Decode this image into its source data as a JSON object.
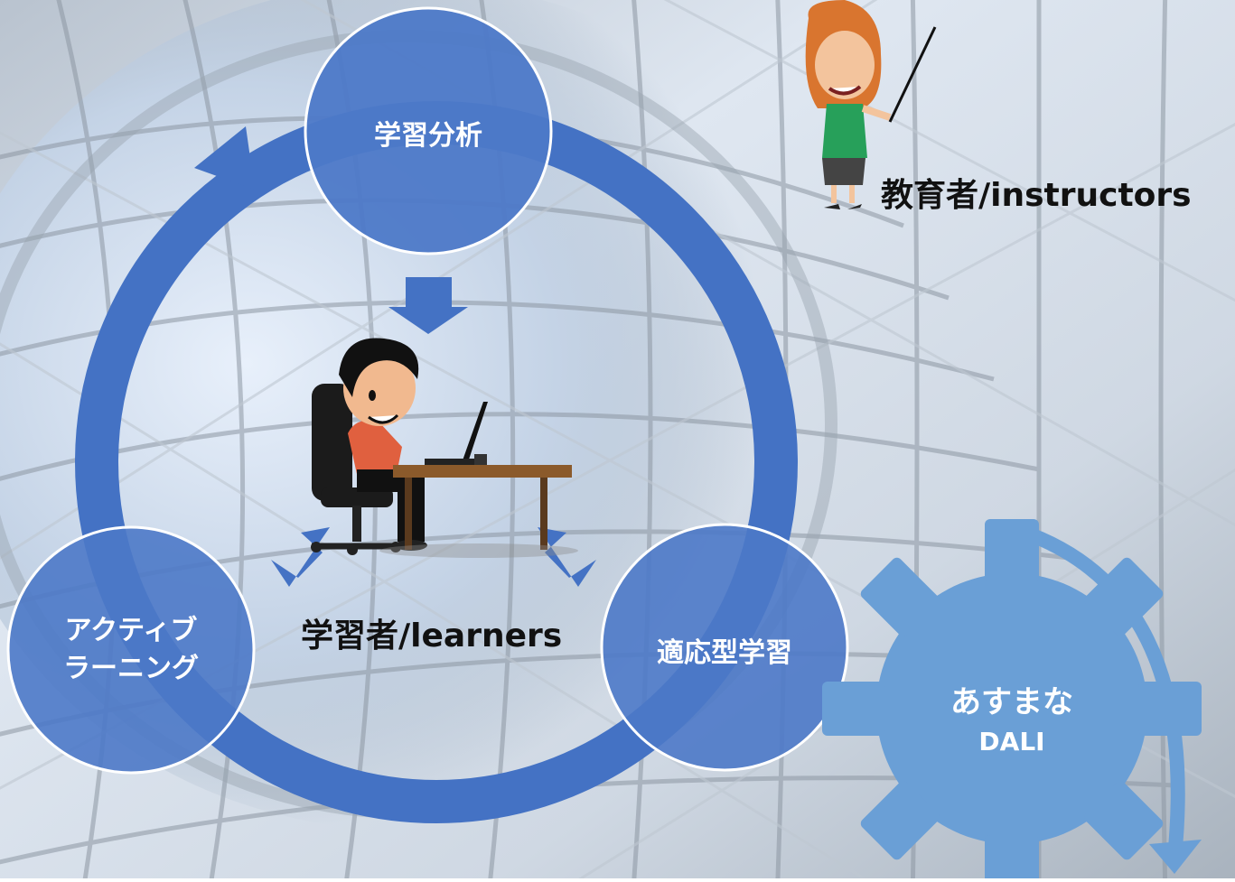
{
  "cycle": {
    "node_top": "学習分析",
    "node_left_line1": "アクティブ",
    "node_left_line2": "ラーニング",
    "node_right": "適応型学習"
  },
  "center_label": "学習者/learners",
  "instructor_label": "教育者/instructors",
  "gear": {
    "line1": "あすまな",
    "line2": "DALI"
  },
  "colors": {
    "cycle_blue": "#4472c4",
    "circle_blue": "#4d79c8",
    "gear_blue": "#6a9fd6",
    "background_sky": "#c9d6e6"
  }
}
